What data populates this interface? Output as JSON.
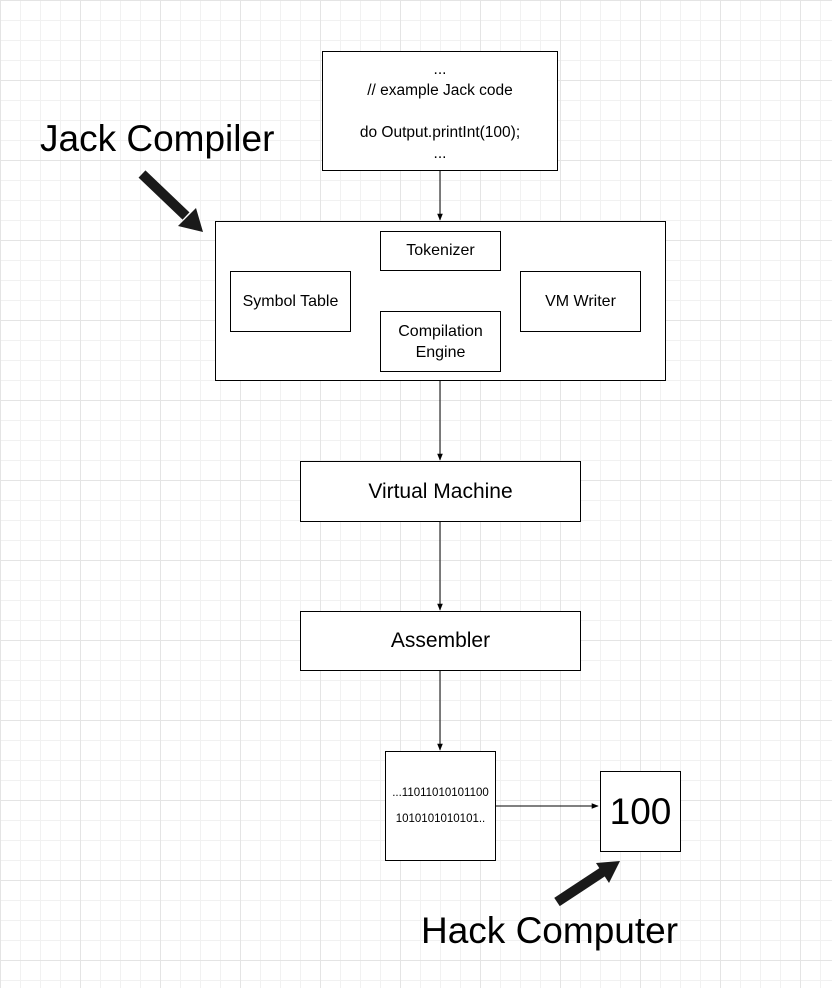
{
  "labels": {
    "jack_compiler": "Jack Compiler",
    "hack_computer": "Hack Computer"
  },
  "source_code": {
    "line1": "...",
    "line2": "// example Jack code",
    "line3": "",
    "line4": "do Output.printInt(100);",
    "line5": "..."
  },
  "compiler": {
    "tokenizer": "Tokenizer",
    "symbol_table": "Symbol Table",
    "vm_writer": "VM Writer",
    "compilation_engine_line1": "Compilation",
    "compilation_engine_line2": "Engine"
  },
  "virtual_machine": "Virtual Machine",
  "assembler": "Assembler",
  "binary": {
    "line1": "...11011010101100",
    "line2": "1010101010101.."
  },
  "output_value": "100",
  "colors": {
    "line": "#000000",
    "grid": "#e4e4e4",
    "pointer_arrow": "#1a1a1a"
  }
}
